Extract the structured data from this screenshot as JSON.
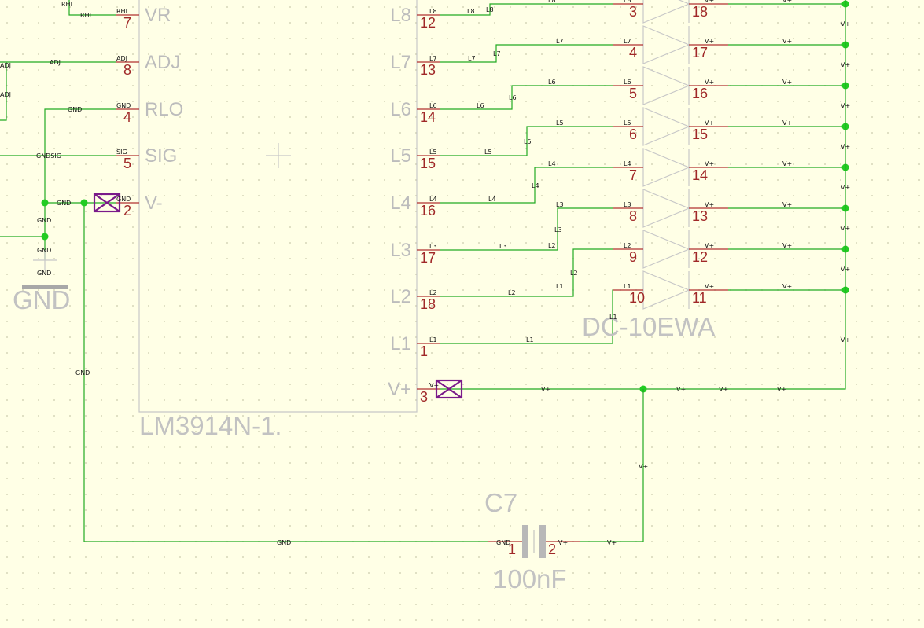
{
  "lm3914": {
    "part_name": "LM3914N-1.",
    "left_pins": [
      {
        "name": "VR",
        "num": "7",
        "net": "RHI"
      },
      {
        "name": "ADJ",
        "num": "8",
        "net": "ADJ"
      },
      {
        "name": "RLO",
        "num": "4",
        "net": "GND"
      },
      {
        "name": "SIG",
        "num": "5",
        "net": "SIG"
      },
      {
        "name": "V-",
        "num": "2",
        "net": "GND"
      }
    ],
    "right_pins": [
      {
        "name": "L8",
        "num": "12",
        "net": "L8"
      },
      {
        "name": "L7",
        "num": "13",
        "net": "L7"
      },
      {
        "name": "L6",
        "num": "14",
        "net": "L6"
      },
      {
        "name": "L5",
        "num": "15",
        "net": "L5"
      },
      {
        "name": "L4",
        "num": "16",
        "net": "L4"
      },
      {
        "name": "L3",
        "num": "17",
        "net": "L3"
      },
      {
        "name": "L2",
        "num": "18",
        "net": "L2"
      },
      {
        "name": "L1",
        "num": "1",
        "net": "L1"
      },
      {
        "name": "V+",
        "num": "3",
        "net": "V+"
      }
    ]
  },
  "led_array": {
    "part_name": "DC-10EWA",
    "segments": [
      {
        "cathode": "3",
        "anode": "18",
        "net": "L8"
      },
      {
        "cathode": "4",
        "anode": "17",
        "net": "L7"
      },
      {
        "cathode": "5",
        "anode": "16",
        "net": "L6"
      },
      {
        "cathode": "6",
        "anode": "15",
        "net": "L5"
      },
      {
        "cathode": "7",
        "anode": "14",
        "net": "L4"
      },
      {
        "cathode": "8",
        "anode": "13",
        "net": "L3"
      },
      {
        "cathode": "9",
        "anode": "12",
        "net": "L2"
      },
      {
        "cathode": "10",
        "anode": "11",
        "net": "L1"
      }
    ]
  },
  "capacitor": {
    "name": "C7",
    "value": "100nF",
    "pin1": "1",
    "pin2": "2",
    "net1": "GND",
    "net2": "V+"
  },
  "ground_symbol": {
    "label": "GND"
  },
  "net_labels": {
    "rhi": "RHI",
    "adj": "ADJ",
    "gnd": "GND",
    "sig": "SIG",
    "gndsig": "GNDSIG",
    "vplus": "V+"
  },
  "colors": {
    "wire": "#22aa22",
    "pin": "#b03030",
    "body": "#c8c8c8",
    "junction": "#22cc22",
    "noconnect": "#7a1a8a",
    "background": "#ffffe6"
  }
}
